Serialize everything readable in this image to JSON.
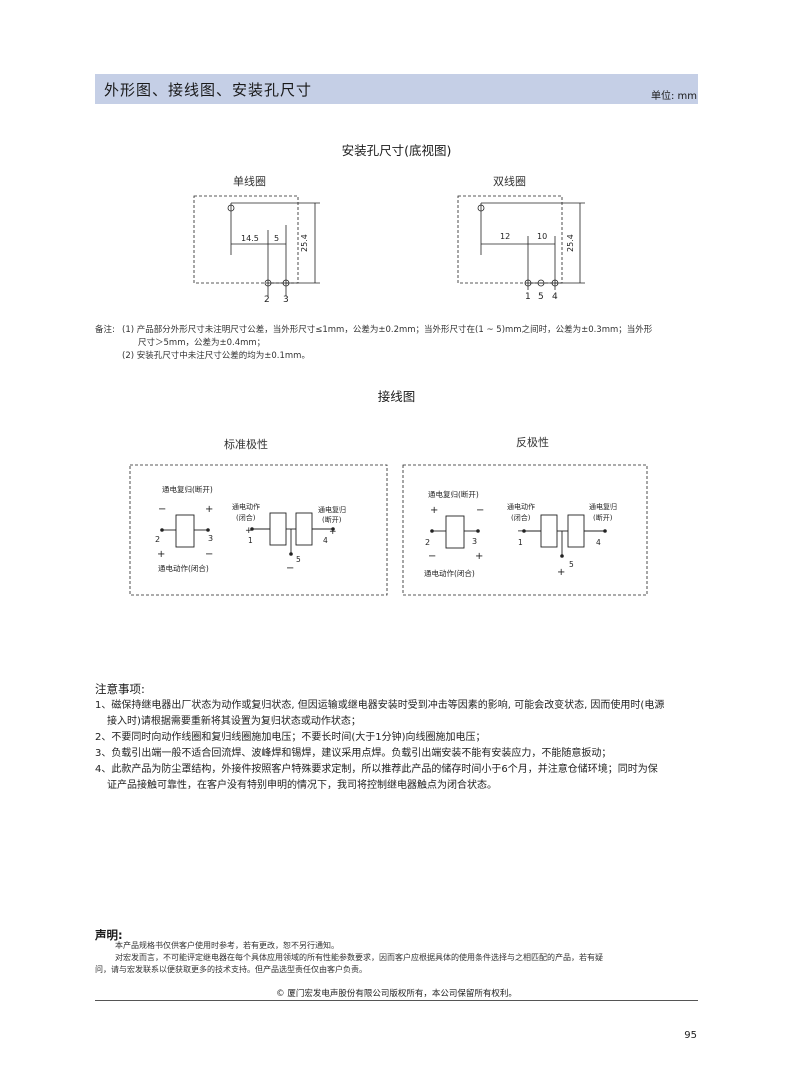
{
  "header": {
    "title": "外形图、接线图、安装孔尺寸",
    "unit": "单位: mm"
  },
  "mounting": {
    "title": "安装孔尺寸(底视图)",
    "single": {
      "label": "单线圈",
      "dim_width": "14.5",
      "dim_small": "5",
      "dim_height": "25.4",
      "pin_labels": [
        "2",
        "3"
      ]
    },
    "dual": {
      "label": "双线圈",
      "dim_left": "12",
      "dim_right": "10",
      "dim_height": "25.4",
      "pin_labels": [
        "1",
        "5",
        "4"
      ]
    }
  },
  "notes": {
    "prefix": "备注:",
    "line1": "(1)  产品部分外形尺寸未注明尺寸公差，当外形尺寸≤1mm，公差为±0.2mm；当外形尺寸在(1 ~ 5)mm之间时，公差为±0.3mm；当外形",
    "line1b": "尺寸＞5mm，公差为±0.4mm；",
    "line2": "(2)  安装孔尺寸中未注尺寸公差的均为±0.1mm。"
  },
  "wiring": {
    "title": "接线图",
    "standard": {
      "label": "标准极性",
      "reset": "通电复归(断开)",
      "operate": "通电动作(闭合)",
      "coil_signs_top": [
        "−",
        "+"
      ],
      "coil_signs_bottom": [
        "+",
        "−"
      ],
      "coil_pins": [
        "2",
        "3"
      ],
      "dual_operate_1": "通电动作",
      "dual_operate_2": "(闭合)",
      "dual_reset_1": "通电复归",
      "dual_reset_2": "(断开)",
      "dual_signs": [
        "+",
        "+",
        "−"
      ],
      "dual_pins": [
        "1",
        "4",
        "5"
      ]
    },
    "reverse": {
      "label": "反极性",
      "reset": "通电复归(断开)",
      "operate": "通电动作(闭合)",
      "coil_signs_top": [
        "+",
        "−"
      ],
      "coil_signs_bottom": [
        "−",
        "+"
      ],
      "coil_pins": [
        "2",
        "3"
      ],
      "dual_operate_1": "通电动作",
      "dual_operate_2": "(闭合)",
      "dual_reset_1": "通电复归",
      "dual_reset_2": "(断开)",
      "dual_signs": [
        "−",
        "−",
        "+"
      ],
      "dual_pins": [
        "1",
        "4",
        "5"
      ]
    }
  },
  "caution": {
    "title": "注意事项:",
    "items": [
      "1、磁保持继电器出厂状态为动作或复归状态, 但因运输或继电器安装时受到冲击等因素的影响, 可能会改变状态, 因而使用时(电源",
      "接入时)请根据需要重新将其设置为复归状态或动作状态；",
      "2、不要同时向动作线圈和复归线圈施加电压；不要长时间(大于1分钟)向线圈施加电压；",
      "3、负载引出端一般不适合回流焊、波峰焊和锡焊，建议采用点焊。负载引出端安装不能有安装应力，不能随意扳动；",
      "4、此款产品为防尘罩结构，外接件按照客户特殊要求定制，所以推荐此产品的储存时间小于6个月，并注意仓储环境；同时为保",
      "证产品接触可靠性，在客户没有特别申明的情况下，我司将控制继电器触点为闭合状态。"
    ]
  },
  "declaration": {
    "title": "声明:",
    "line1": "本产品规格书仅供客户使用时参考，若有更改，恕不另行通知。",
    "line2": "对宏发而言，不可能评定继电器在每个具体应用领域的所有性能参数要求，因而客户应根据具体的使用条件选择与之相匹配的产品，若有疑",
    "line3": "问，请与宏发联系以便获取更多的技术支持。但产品选型责任仅由客户负责。"
  },
  "footer": {
    "copyright": "©  厦门宏发电声股份有限公司版权所有，本公司保留所有权利。",
    "page": "95"
  }
}
